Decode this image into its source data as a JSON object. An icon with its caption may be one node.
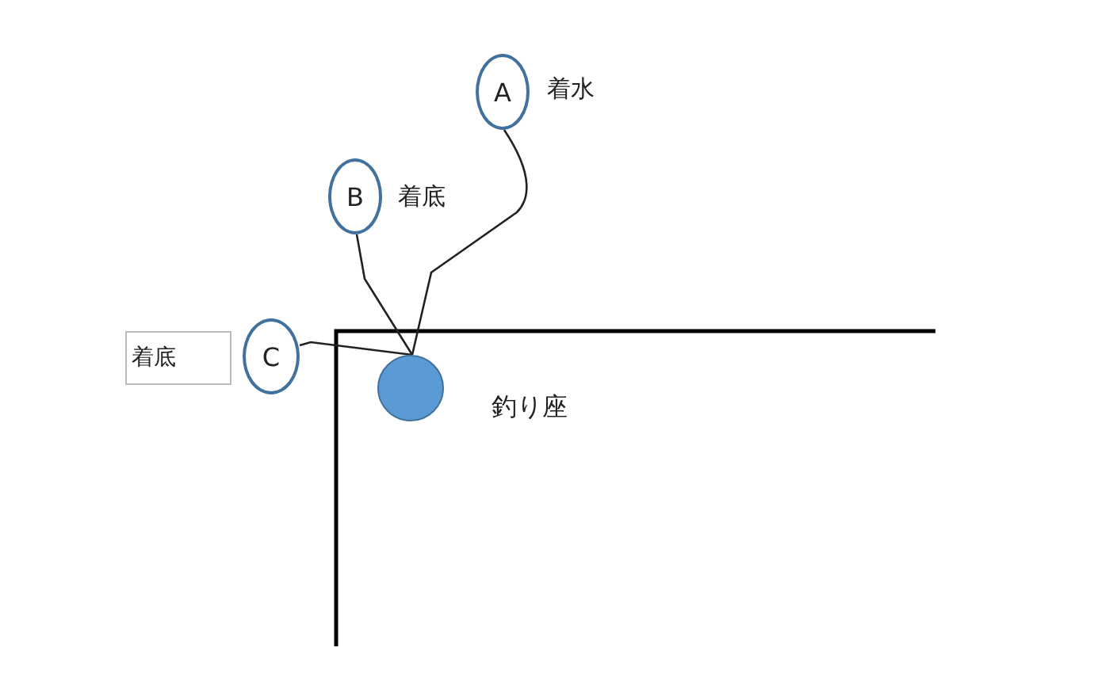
{
  "diagram": {
    "nodes": [
      {
        "text": [
          "A"
        ],
        "beside": [
          "着水"
        ]
      },
      {
        "text": [
          "B"
        ],
        "beside": [
          "着底"
        ]
      },
      {
        "text": [
          "着底"
        ]
      },
      {
        "text": [
          "C"
        ]
      },
      {
        "text": [],
        "shape": "circle"
      }
    ],
    "edges": [
      {
        "from": 0,
        "to": 4,
        "arrow": "none"
      },
      {
        "from": 1,
        "to": 4,
        "arrow": "none"
      },
      {
        "from": 3,
        "to": 4,
        "arrow": "none"
      }
    ],
    "labels": [
      "釣り座"
    ]
  }
}
